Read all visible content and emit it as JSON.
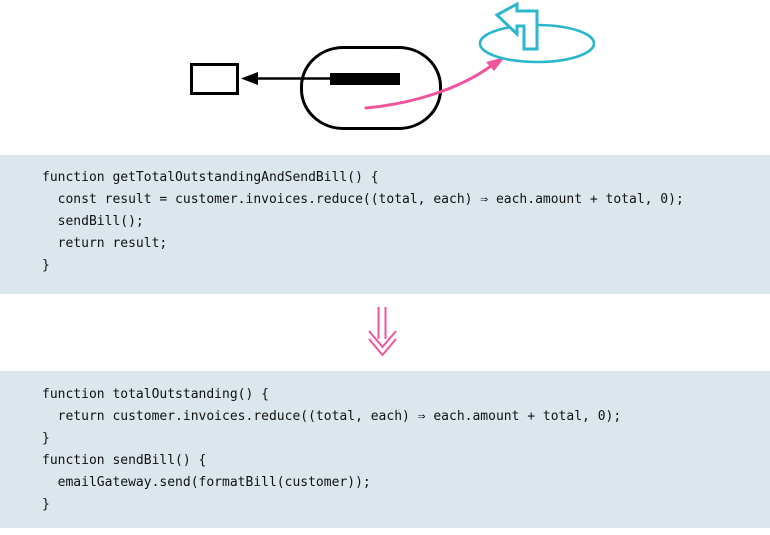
{
  "colors": {
    "pink": "#ee559c",
    "cyan": "#2bb7cd",
    "code_background": "#dbe7ec",
    "ink": "#000000",
    "code_text": "#111111",
    "white": "#ffffff"
  },
  "diagram": {
    "caller_box_icon": "empty-rectangle",
    "call_arrow_icon": "left-arrow",
    "function_oval_icon": "function-body-oval",
    "code_fragment_icon": "highlighted-code-bar",
    "extract_arrow_icon": "pink-curved-arrow",
    "new_function_icon": "bubble-with-return-arrow"
  },
  "code_before": {
    "code": "function getTotalOutstandingAndSendBill() {\n  const result = customer.invoices.reduce((total, each) ⇒ each.amount + total, 0);\n  sendBill();\n  return result;\n}"
  },
  "transform_arrow": {
    "icon": "double-down-arrow"
  },
  "code_after": {
    "code": "function totalOutstanding() {\n  return customer.invoices.reduce((total, each) ⇒ each.amount + total, 0);\n}\nfunction sendBill() {\n  emailGateway.send(formatBill(customer));\n}"
  }
}
